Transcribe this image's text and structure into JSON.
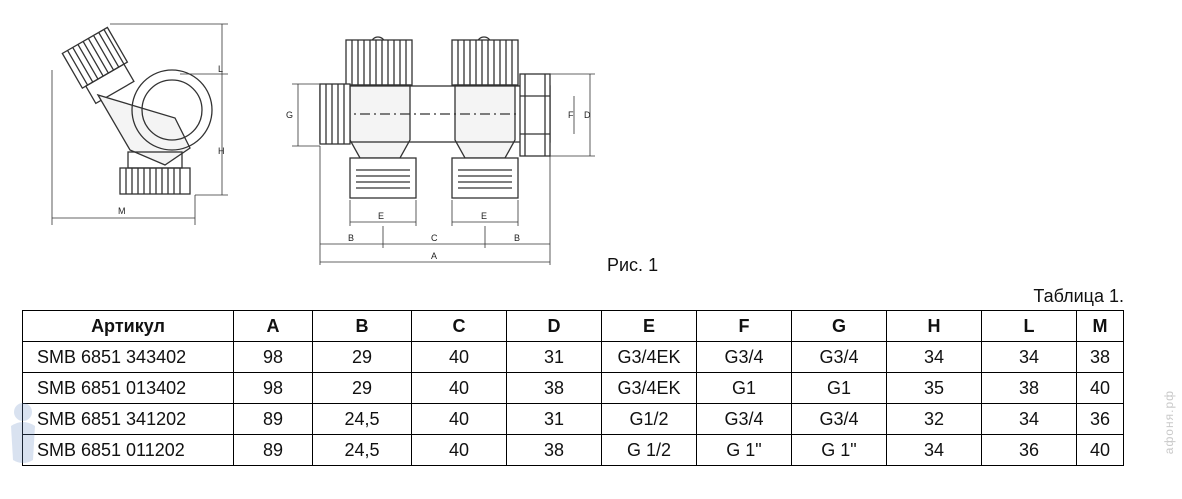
{
  "figure": {
    "caption": "Рис. 1",
    "side_labels": {
      "L": "L",
      "H": "H",
      "M": "M"
    },
    "front_labels": {
      "G": "G",
      "F": "F",
      "D": "D",
      "E1": "E",
      "E2": "E",
      "B1": "B",
      "C": "C",
      "B2": "B",
      "A": "A"
    }
  },
  "table": {
    "caption": "Таблица 1.",
    "headers": [
      "Артикул",
      "A",
      "B",
      "C",
      "D",
      "E",
      "F",
      "G",
      "H",
      "L",
      "M"
    ],
    "rows": [
      [
        "SMB 6851 343402",
        "98",
        "29",
        "40",
        "31",
        "G3/4EK",
        "G3/4",
        "G3/4",
        "34",
        "34",
        "38"
      ],
      [
        "SMB 6851 013402",
        "98",
        "29",
        "40",
        "38",
        "G3/4EK",
        "G1",
        "G1",
        "35",
        "38",
        "40"
      ],
      [
        "SMB 6851 341202",
        "89",
        "24,5",
        "40",
        "31",
        "G1/2",
        "G3/4",
        "G3/4",
        "32",
        "34",
        "36"
      ],
      [
        "SMB 6851 011202",
        "89",
        "24,5",
        "40",
        "38",
        "G 1/2",
        "G 1\"",
        "G 1\"",
        "34",
        "36",
        "40"
      ]
    ]
  },
  "watermark": "афоня.рф"
}
